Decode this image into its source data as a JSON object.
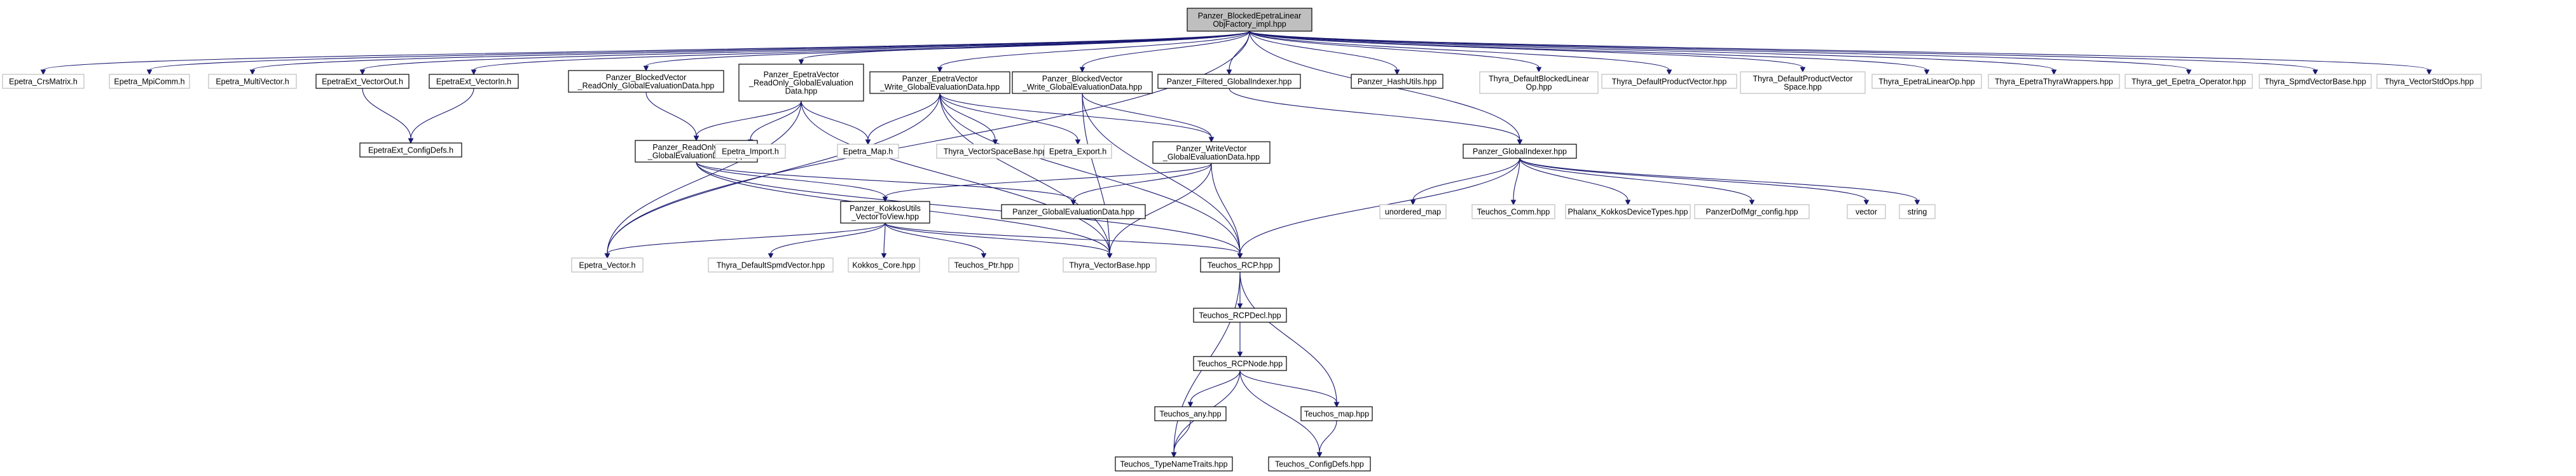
{
  "colors": {
    "edge": "#191970",
    "root_fill": "#bfbfbf",
    "documented_border": "#000000",
    "external_border": "#bfbfbf",
    "node_fill": "#ffffff"
  },
  "nodes": [
    {
      "id": "root",
      "lines": [
        "Panzer_BlockedEpetraLinear",
        "ObjFactory_impl.hpp"
      ],
      "kind": "root"
    },
    {
      "id": "crs",
      "lines": [
        "Epetra_CrsMatrix.h"
      ],
      "kind": "external"
    },
    {
      "id": "mpicomm",
      "lines": [
        "Epetra_MpiComm.h"
      ],
      "kind": "external"
    },
    {
      "id": "multivec",
      "lines": [
        "Epetra_MultiVector.h"
      ],
      "kind": "external"
    },
    {
      "id": "vecout",
      "lines": [
        "EpetraExt_VectorOut.h"
      ],
      "kind": "documented"
    },
    {
      "id": "vecin",
      "lines": [
        "EpetraExt_VectorIn.h"
      ],
      "kind": "documented"
    },
    {
      "id": "cfgdefs",
      "lines": [
        "EpetraExt_ConfigDefs.h"
      ],
      "kind": "documented"
    },
    {
      "id": "bvro",
      "lines": [
        "Panzer_BlockedVector",
        "_ReadOnly_GlobalEvaluationData.hpp"
      ],
      "kind": "documented"
    },
    {
      "id": "evro",
      "lines": [
        "Panzer_EpetraVector",
        "_ReadOnly_GlobalEvaluation",
        "Data.hpp"
      ],
      "kind": "documented"
    },
    {
      "id": "evw",
      "lines": [
        "Panzer_EpetraVector",
        "_Write_GlobalEvaluationData.hpp"
      ],
      "kind": "documented"
    },
    {
      "id": "bvw",
      "lines": [
        "Panzer_BlockedVector",
        "_Write_GlobalEvaluationData.hpp"
      ],
      "kind": "documented"
    },
    {
      "id": "filt",
      "lines": [
        "Panzer_Filtered_GlobalIndexer.hpp"
      ],
      "kind": "documented"
    },
    {
      "id": "hash",
      "lines": [
        "Panzer_HashUtils.hpp"
      ],
      "kind": "documented"
    },
    {
      "id": "tdblo",
      "lines": [
        "Thyra_DefaultBlockedLinear",
        "Op.hpp"
      ],
      "kind": "external"
    },
    {
      "id": "tdpv",
      "lines": [
        "Thyra_DefaultProductVector.hpp"
      ],
      "kind": "external"
    },
    {
      "id": "tdpvs",
      "lines": [
        "Thyra_DefaultProductVector",
        "Space.hpp"
      ],
      "kind": "external"
    },
    {
      "id": "telo",
      "lines": [
        "Thyra_EpetraLinearOp.hpp"
      ],
      "kind": "external"
    },
    {
      "id": "tetw",
      "lines": [
        "Thyra_EpetraThyraWrappers.hpp"
      ],
      "kind": "external"
    },
    {
      "id": "tgeo",
      "lines": [
        "Thyra_get_Epetra_Operator.hpp"
      ],
      "kind": "external"
    },
    {
      "id": "tsvb",
      "lines": [
        "Thyra_SpmdVectorBase.hpp"
      ],
      "kind": "external"
    },
    {
      "id": "tvso",
      "lines": [
        "Thyra_VectorStdOps.hpp"
      ],
      "kind": "external"
    },
    {
      "id": "rovec",
      "lines": [
        "Panzer_ReadOnlyVector",
        "_GlobalEvaluationData.hpp"
      ],
      "kind": "documented"
    },
    {
      "id": "eimport",
      "lines": [
        "Epetra_Import.h"
      ],
      "kind": "external"
    },
    {
      "id": "emap",
      "lines": [
        "Epetra_Map.h"
      ],
      "kind": "external"
    },
    {
      "id": "tvsb",
      "lines": [
        "Thyra_VectorSpaceBase.hpp"
      ],
      "kind": "external"
    },
    {
      "id": "eexport",
      "lines": [
        "Epetra_Export.h"
      ],
      "kind": "external"
    },
    {
      "id": "wvec",
      "lines": [
        "Panzer_WriteVector",
        "_GlobalEvaluationData.hpp"
      ],
      "kind": "documented"
    },
    {
      "id": "gidx",
      "lines": [
        "Panzer_GlobalIndexer.hpp"
      ],
      "kind": "documented"
    },
    {
      "id": "kokkos",
      "lines": [
        "Panzer_KokkosUtils",
        "_VectorToView.hpp"
      ],
      "kind": "documented"
    },
    {
      "id": "ged",
      "lines": [
        "Panzer_GlobalEvaluationData.hpp"
      ],
      "kind": "documented"
    },
    {
      "id": "umap",
      "lines": [
        "unordered_map"
      ],
      "kind": "external"
    },
    {
      "id": "tcomm",
      "lines": [
        "Teuchos_Comm.hpp"
      ],
      "kind": "external"
    },
    {
      "id": "phx",
      "lines": [
        "Phalanx_KokkosDeviceTypes.hpp"
      ],
      "kind": "external"
    },
    {
      "id": "pdofcfg",
      "lines": [
        "PanzerDofMgr_config.hpp"
      ],
      "kind": "external"
    },
    {
      "id": "vector",
      "lines": [
        "vector"
      ],
      "kind": "external"
    },
    {
      "id": "string",
      "lines": [
        "string"
      ],
      "kind": "external"
    },
    {
      "id": "evec",
      "lines": [
        "Epetra_Vector.h"
      ],
      "kind": "external"
    },
    {
      "id": "tdsv",
      "lines": [
        "Thyra_DefaultSpmdVector.hpp"
      ],
      "kind": "external"
    },
    {
      "id": "kcore",
      "lines": [
        "Kokkos_Core.hpp"
      ],
      "kind": "external"
    },
    {
      "id": "tptr",
      "lines": [
        "Teuchos_Ptr.hpp"
      ],
      "kind": "external"
    },
    {
      "id": "tvb",
      "lines": [
        "Thyra_VectorBase.hpp"
      ],
      "kind": "external"
    },
    {
      "id": "trcp",
      "lines": [
        "Teuchos_RCP.hpp"
      ],
      "kind": "documented"
    },
    {
      "id": "trcpdecl",
      "lines": [
        "Teuchos_RCPDecl.hpp"
      ],
      "kind": "documented"
    },
    {
      "id": "trcpnode",
      "lines": [
        "Teuchos_RCPNode.hpp"
      ],
      "kind": "documented"
    },
    {
      "id": "tany",
      "lines": [
        "Teuchos_any.hpp"
      ],
      "kind": "documented"
    },
    {
      "id": "tmap",
      "lines": [
        "Teuchos_map.hpp"
      ],
      "kind": "documented"
    },
    {
      "id": "ttnt",
      "lines": [
        "Teuchos_TypeNameTraits.hpp"
      ],
      "kind": "documented"
    },
    {
      "id": "tcfg",
      "lines": [
        "Teuchos_ConfigDefs.hpp"
      ],
      "kind": "documented"
    }
  ],
  "edges": [
    [
      "root",
      "crs"
    ],
    [
      "root",
      "mpicomm"
    ],
    [
      "root",
      "multivec"
    ],
    [
      "root",
      "vecout"
    ],
    [
      "root",
      "vecin"
    ],
    [
      "root",
      "bvro"
    ],
    [
      "root",
      "evro"
    ],
    [
      "root",
      "evw"
    ],
    [
      "root",
      "bvw"
    ],
    [
      "root",
      "filt"
    ],
    [
      "root",
      "hash"
    ],
    [
      "root",
      "tdblo"
    ],
    [
      "root",
      "tdpv"
    ],
    [
      "root",
      "tdpvs"
    ],
    [
      "root",
      "telo"
    ],
    [
      "root",
      "tetw"
    ],
    [
      "root",
      "tgeo"
    ],
    [
      "root",
      "tsvb"
    ],
    [
      "root",
      "tvso"
    ],
    [
      "root",
      "gidx"
    ],
    [
      "root",
      "evec"
    ],
    [
      "vecout",
      "cfgdefs"
    ],
    [
      "vecin",
      "cfgdefs"
    ],
    [
      "bvro",
      "rovec"
    ],
    [
      "evro",
      "rovec"
    ],
    [
      "evro",
      "eimport"
    ],
    [
      "evro",
      "emap"
    ],
    [
      "evro",
      "evec"
    ],
    [
      "evro",
      "tvb"
    ],
    [
      "evw",
      "emap"
    ],
    [
      "evw",
      "tvsb"
    ],
    [
      "evw",
      "eexport"
    ],
    [
      "evw",
      "wvec"
    ],
    [
      "evw",
      "evec"
    ],
    [
      "evw",
      "tvb"
    ],
    [
      "evw",
      "trcp"
    ],
    [
      "bvw",
      "wvec"
    ],
    [
      "bvw",
      "tvb"
    ],
    [
      "bvw",
      "trcp"
    ],
    [
      "filt",
      "gidx"
    ],
    [
      "rovec",
      "kokkos"
    ],
    [
      "rovec",
      "ged"
    ],
    [
      "rovec",
      "tvb"
    ],
    [
      "rovec",
      "trcp"
    ],
    [
      "wvec",
      "kokkos"
    ],
    [
      "wvec",
      "ged"
    ],
    [
      "wvec",
      "tvb"
    ],
    [
      "wvec",
      "trcp"
    ],
    [
      "gidx",
      "umap"
    ],
    [
      "gidx",
      "tcomm"
    ],
    [
      "gidx",
      "phx"
    ],
    [
      "gidx",
      "pdofcfg"
    ],
    [
      "gidx",
      "vector"
    ],
    [
      "gidx",
      "string"
    ],
    [
      "gidx",
      "trcp"
    ],
    [
      "kokkos",
      "evec"
    ],
    [
      "kokkos",
      "tdsv"
    ],
    [
      "kokkos",
      "kcore"
    ],
    [
      "kokkos",
      "tptr"
    ],
    [
      "kokkos",
      "tvb"
    ],
    [
      "kokkos",
      "trcp"
    ],
    [
      "trcp",
      "trcpdecl"
    ],
    [
      "trcp",
      "ttnt"
    ],
    [
      "trcp",
      "tmap"
    ],
    [
      "trcpdecl",
      "trcpnode"
    ],
    [
      "trcpnode",
      "tany"
    ],
    [
      "trcpnode",
      "tmap"
    ],
    [
      "trcpnode",
      "ttnt"
    ],
    [
      "trcpnode",
      "tcfg"
    ],
    [
      "tany",
      "ttnt"
    ],
    [
      "tmap",
      "tcfg"
    ]
  ]
}
